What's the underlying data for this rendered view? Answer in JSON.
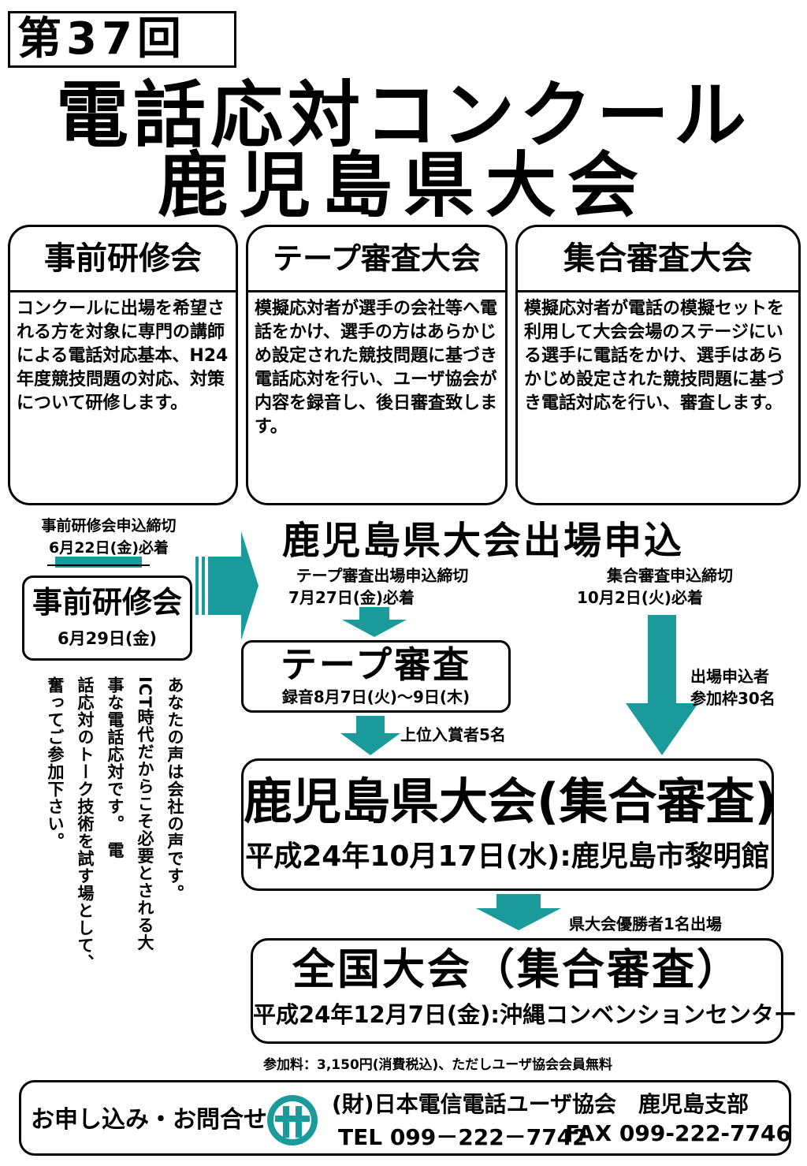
{
  "header": {
    "edition": "第37回",
    "title_line1": "電話応対コンクール",
    "title_line2": "鹿児島県大会"
  },
  "sections": [
    {
      "title": "事前研修会",
      "body": "コンクールに出場を希望される方を対象に専門の講師による電話対応基本、H24年度競技問題の対応、対策について研修します。"
    },
    {
      "title": "テープ審査大会",
      "body": "模擬応対者が選手の会社等へ電話をかけ、選手の方はあらかじめ設定された競技問題に基づき電話応対を行い、ユーザ協会が内容を録音し、後日審査致します。"
    },
    {
      "title": "集合審査大会",
      "body": "模擬応対者が電話の模擬セットを利用して大会会場のステージにいる選手に電話をかけ、選手はあらかじめ設定された競技問題に基づき電話対応を行い、審査します。"
    }
  ],
  "flow": {
    "pre_deadline_label": "事前研修会申込締切",
    "pre_deadline_date": "6月22日(金)必着",
    "pre_session_title": "事前研修会",
    "pre_session_date": "6月29日(金)",
    "entry_title": "鹿児島県大会出場申込",
    "tape_deadline_label": "テープ審査出場申込締切",
    "tape_deadline_date": "7月27日(金)必着",
    "group_deadline_label": "集合審査申込締切",
    "group_deadline_date": "10月2日(火)必着",
    "tape_review_title": "テープ審査",
    "tape_review_date": "録音8月7日(火)～9日(木)",
    "top_winners": "上位入賞者5名",
    "applicants_line1": "出場申込者",
    "applicants_line2": "参加枠30名",
    "pref_title": "鹿児島県大会(集合審査)",
    "pref_date": "平成24年10月17日(水):鹿児島市黎明館",
    "pref_winner": "県大会優勝者1名出場",
    "national_title": "全国大会（集合審査）",
    "national_date": "平成24年12月7日(金):沖縄コンベンションセンター"
  },
  "message": {
    "col1": "あなたの声は会社の声です。",
    "col2": "ICT時代だからこそ必要とされる大",
    "col3": "事な電話応対です。　電",
    "col4": "話応対のトーク技術を試す場として、",
    "col5": "奮ってご参加下さい。"
  },
  "fee": "参加料：3,150円(消費税込)、ただしユーザ協会会員無料",
  "contact": {
    "label": "お申し込み・お問合せ",
    "org": "(財)日本電信電話ユーザ協会　鹿児島支部",
    "tel": "TEL 099－222－7742",
    "fax": "FAX  099-222-7746"
  },
  "colors": {
    "arrow": "#1a9a9a",
    "border": "#000000"
  }
}
